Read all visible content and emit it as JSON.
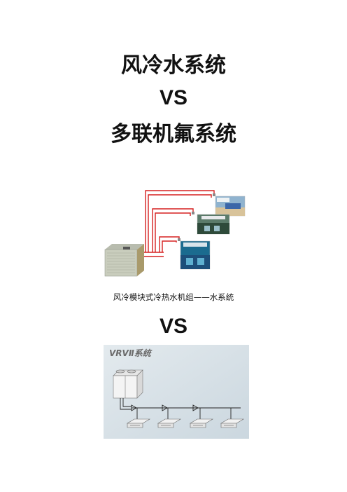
{
  "titles": {
    "line1": "风冷水系统",
    "line2": "VS",
    "line3": "多联机氟系统"
  },
  "figure1": {
    "caption": "风冷模块式冷热水机组——水系统",
    "colors": {
      "pipe": "#d62020",
      "unit_body": "#c9cdbd",
      "unit_panel": "#a99a6b"
    }
  },
  "separator_vs": "VS",
  "figure2": {
    "label": "VRVⅡ系统",
    "colors": {
      "background": "#d7e1e7",
      "pipe": "#222222",
      "unit": "#f2f2f2"
    }
  }
}
